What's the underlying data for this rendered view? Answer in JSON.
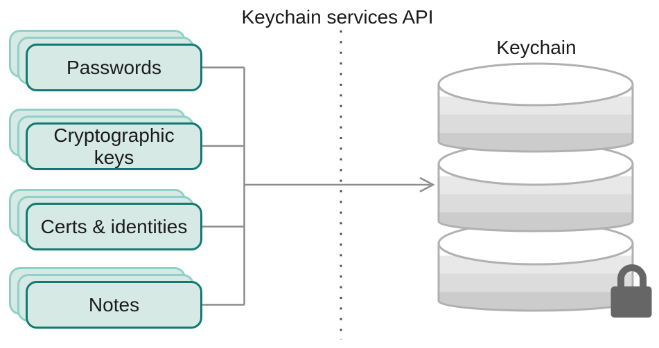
{
  "diagram": {
    "title": "Keychain services API",
    "database_label": "Keychain",
    "cards": [
      {
        "label": "Passwords"
      },
      {
        "label": "Cryptographic keys"
      },
      {
        "label": "Certs & identities"
      },
      {
        "label": "Notes"
      }
    ],
    "icons": [
      "database-icon",
      "lock-icon",
      "arrow-right-icon",
      "dotted-boundary-line"
    ],
    "colors": {
      "card_fill": "#d6e9e4",
      "card_border_front": "#0f7a72",
      "card_border_back": "#8fd1c9",
      "connector_gray": "#8c8c8c",
      "dotted_line": "#4d4d4d",
      "cylinder_stroke": "#b0b0b3",
      "cylinder_bands": [
        "#ffffff",
        "#e8e8e8",
        "#dcdcdc",
        "#cccccc"
      ],
      "lock": "#666666",
      "text": "#1a1a1a",
      "background": "#ffffff"
    }
  }
}
